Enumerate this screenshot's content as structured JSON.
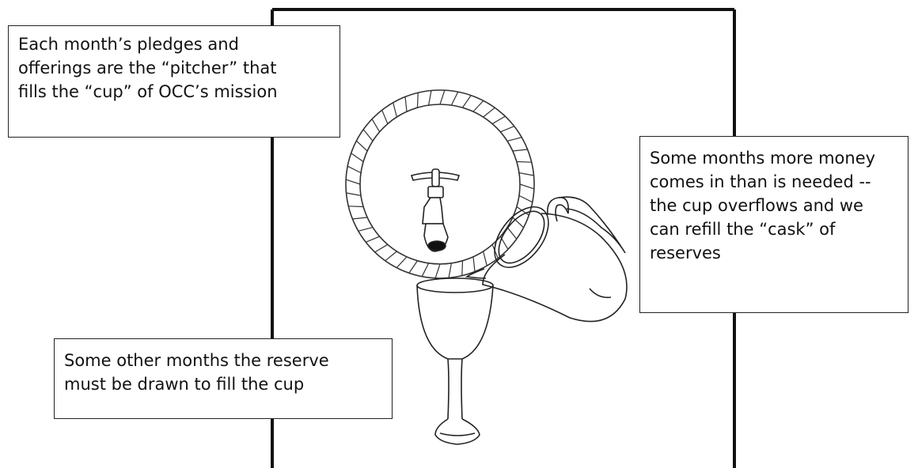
{
  "callouts": {
    "pitcher": "Each month’s pledges and\nofferings are the “pitcher” that\nfills the “cup” of OCC’s mission",
    "overflow": "Some months more money\ncomes in than is needed --\nthe cup overflows and we\ncan refill the “cask” of\nreserves",
    "reserve": "Some other months the reserve\nmust be drawn to fill the cup"
  },
  "colors": {
    "ink": "#111111",
    "frame": "#111111",
    "background": "#ffffff"
  },
  "icons": [
    "cask-icon",
    "tap-icon",
    "pitcher-icon",
    "goblet-icon"
  ]
}
